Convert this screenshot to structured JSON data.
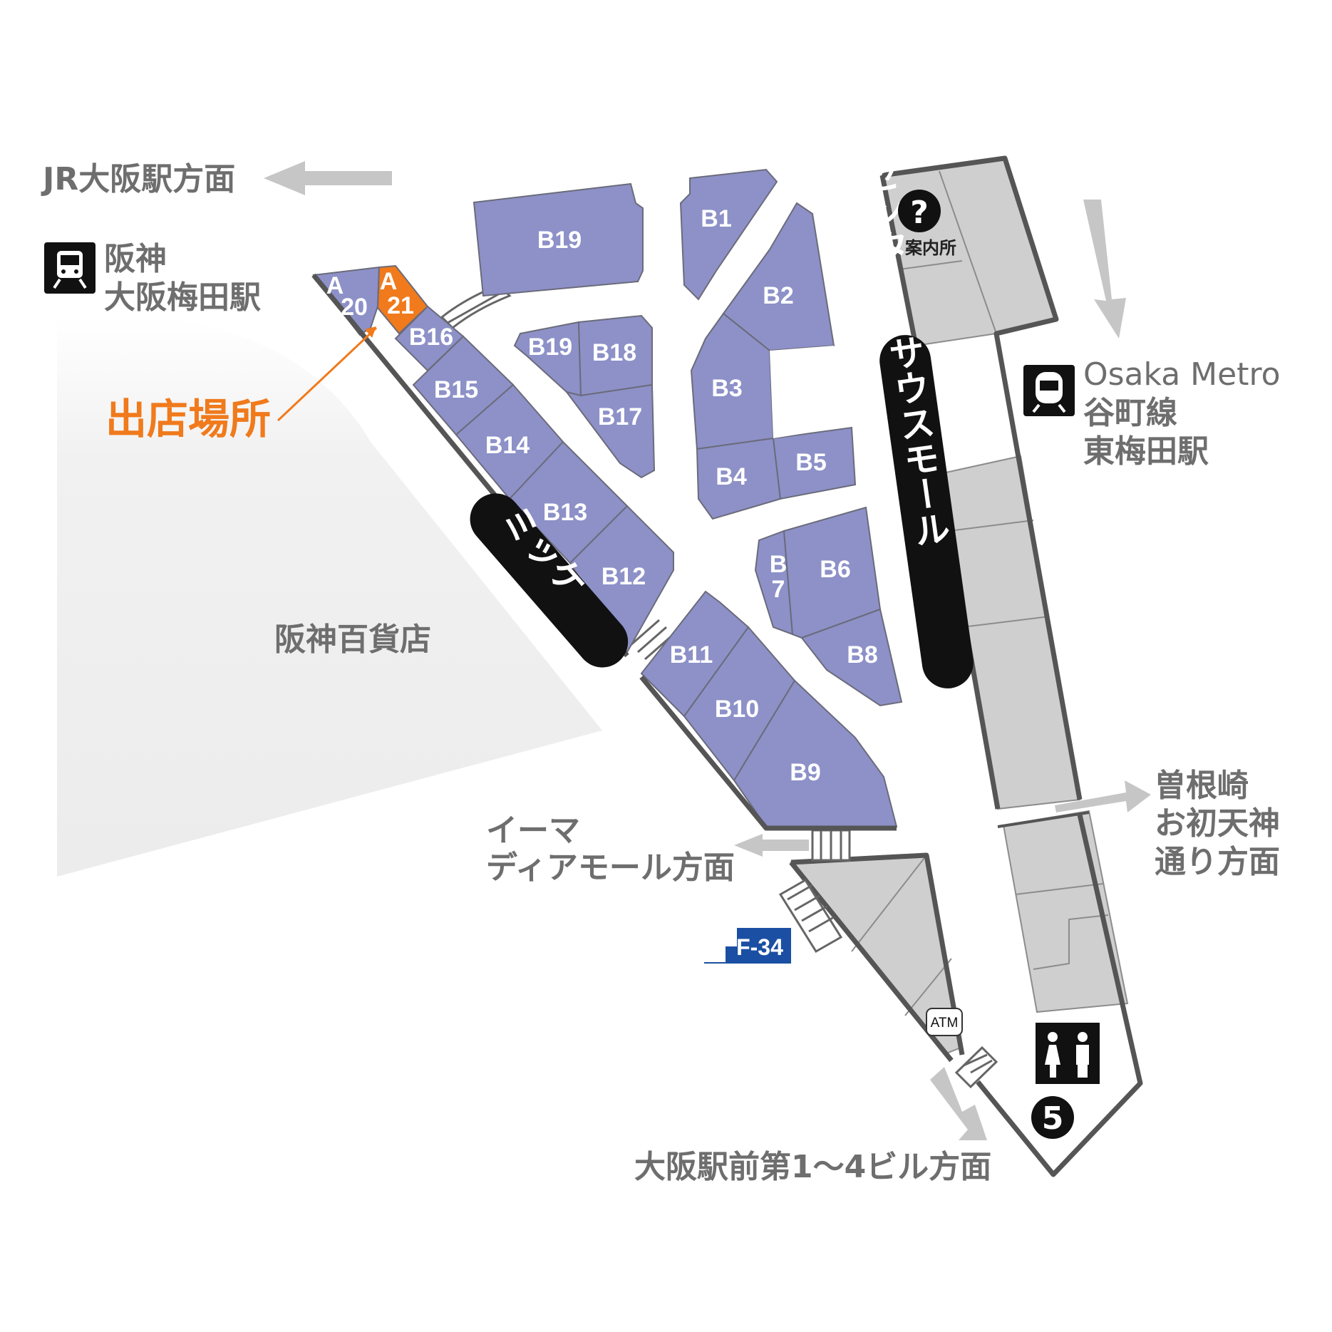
{
  "directions": {
    "jr_osaka": "JR大阪駅方面",
    "hanshin_line1": "阪神",
    "hanshin_line2": "大阪梅田駅",
    "metro_line1": "Osaka Metro",
    "metro_line2": "谷町線",
    "metro_line3": "東梅田駅",
    "sonezaki_line1": "曽根崎",
    "sonezaki_line2": "お初天神",
    "sonezaki_line3": "通り方面",
    "eema_line1": "イーマ",
    "eema_line2": "ディアモール方面",
    "ekimae": "大阪駅前第1～4ビル方面"
  },
  "store_location_label": "出店場所",
  "hanshin_dept": "阪神百貨店",
  "streets": {
    "mikke": "ミッケ",
    "center_south": "センター・サウスモール"
  },
  "info": {
    "symbol": "?",
    "label": "案内所"
  },
  "atm": "ATM",
  "exit_number": "5",
  "exit_code": "F-34",
  "shops": {
    "A20_a": "A",
    "A20_b": "20",
    "A21_a": "A",
    "A21_b": "21",
    "B1": "B1",
    "B2": "B2",
    "B3": "B3",
    "B4": "B4",
    "B5": "B5",
    "B6": "B6",
    "B7_a": "B",
    "B7_b": "7",
    "B8": "B8",
    "B9": "B9",
    "B10": "B10",
    "B11": "B11",
    "B12": "B12",
    "B13": "B13",
    "B14": "B14",
    "B15": "B15",
    "B16": "B16",
    "B17": "B17",
    "B18": "B18",
    "B19a": "B19",
    "B19b": "B19"
  },
  "colors": {
    "shop": "#8d91c8",
    "highlight": "#f07a1c",
    "grey_zone": "#cfcfcf",
    "label": "#6e6e6e",
    "exit_code_bg": "#1b4fa3"
  },
  "icons": [
    "train-icon",
    "subway-icon",
    "info-icon",
    "restroom-icon"
  ]
}
